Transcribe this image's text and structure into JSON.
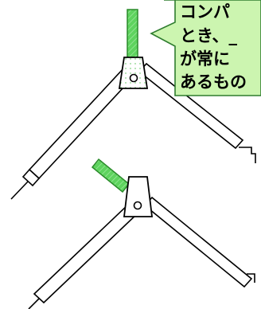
{
  "colors": {
    "handle_green": "#5ed35e",
    "handle_outline": "#2a8a2a",
    "callout_fill": "#ccf5b0",
    "callout_border": "#2f7d2f",
    "head_green_tint": "#dff7df",
    "line": "#000000",
    "text": "#000000"
  },
  "callout": {
    "lines": [
      "コンパ",
      "とき、_",
      "が常に",
      "あるもの"
    ]
  },
  "compasses": [
    {
      "handle_state": "upright"
    },
    {
      "handle_state": "tilted"
    }
  ]
}
